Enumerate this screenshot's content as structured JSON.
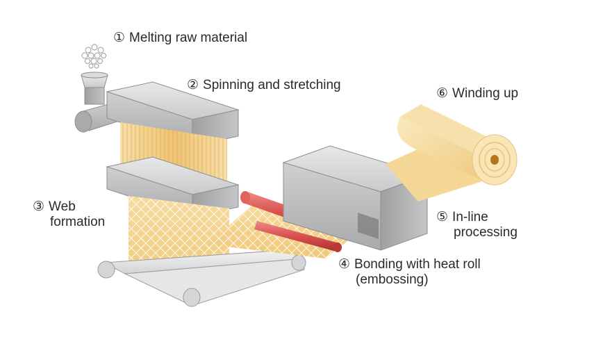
{
  "steps": [
    {
      "id": "melting",
      "number": "①",
      "lines": [
        "Melting raw material"
      ]
    },
    {
      "id": "spinning",
      "number": "②",
      "lines": [
        "Spinning and stretching"
      ]
    },
    {
      "id": "web",
      "number": "③",
      "lines": [
        "Web",
        "formation"
      ]
    },
    {
      "id": "bonding",
      "number": "④",
      "lines": [
        "Bonding with heat roll",
        "(embossing)"
      ]
    },
    {
      "id": "inline",
      "number": "⑤",
      "lines": [
        "In-line",
        "processing"
      ]
    },
    {
      "id": "winding",
      "number": "⑥",
      "lines": [
        "Winding up"
      ]
    }
  ],
  "colors": {
    "machine_gray": "#b9babb",
    "machine_dark": "#8c8d8f",
    "fabric_yellow": "#f2cf86",
    "heat_roll_red": "#d9504e",
    "text": "#2a2a2a"
  }
}
